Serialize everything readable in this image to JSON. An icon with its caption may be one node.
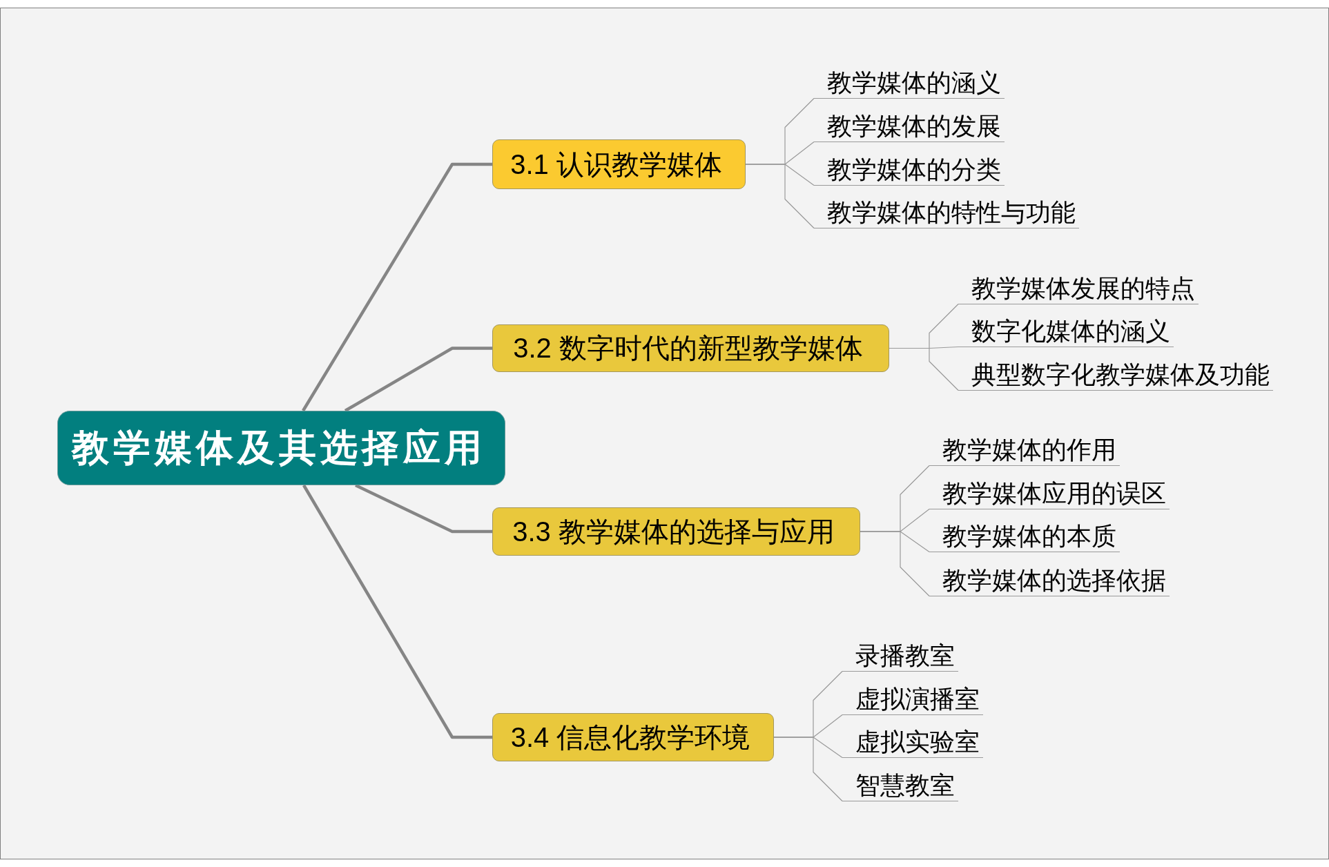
{
  "diagram": {
    "nodes": [
      {
        "text": [
          "教学媒体及其选择应用"
        ]
      },
      {
        "text": [
          "3.1 认识教学媒体"
        ]
      },
      {
        "text": [
          "教学媒体的涵义"
        ]
      },
      {
        "text": [
          "教学媒体的发展"
        ]
      },
      {
        "text": [
          "教学媒体的分类"
        ]
      },
      {
        "text": [
          "教学媒体的特性与功能"
        ]
      },
      {
        "text": [
          "3.2 数字时代的新型教学媒体"
        ]
      },
      {
        "text": [
          "教学媒体发展的特点"
        ]
      },
      {
        "text": [
          "数字化媒体的涵义"
        ]
      },
      {
        "text": [
          "典型数字化教学媒体及功能"
        ]
      },
      {
        "text": [
          "3.3 教学媒体的选择与应用"
        ]
      },
      {
        "text": [
          "教学媒体的作用"
        ]
      },
      {
        "text": [
          "教学媒体应用的误区"
        ]
      },
      {
        "text": [
          "教学媒体的本质"
        ]
      },
      {
        "text": [
          "教学媒体的选择依据"
        ]
      },
      {
        "text": [
          "3.4 信息化教学环境"
        ]
      },
      {
        "text": [
          "录播教室"
        ]
      },
      {
        "text": [
          "虚拟演播室"
        ]
      },
      {
        "text": [
          "虚拟实验室"
        ]
      },
      {
        "text": [
          "智慧教室"
        ]
      }
    ],
    "edges": [
      {
        "from": 0,
        "to": 1,
        "arrow": "none",
        "style": "thick"
      },
      {
        "from": 0,
        "to": 6,
        "arrow": "none",
        "style": "thick"
      },
      {
        "from": 0,
        "to": 10,
        "arrow": "none",
        "style": "thick"
      },
      {
        "from": 0,
        "to": 15,
        "arrow": "none",
        "style": "thick"
      },
      {
        "from": 1,
        "to": 2,
        "arrow": "none"
      },
      {
        "from": 1,
        "to": 3,
        "arrow": "none"
      },
      {
        "from": 1,
        "to": 4,
        "arrow": "none"
      },
      {
        "from": 1,
        "to": 5,
        "arrow": "none"
      },
      {
        "from": 6,
        "to": 7,
        "arrow": "none"
      },
      {
        "from": 6,
        "to": 8,
        "arrow": "none"
      },
      {
        "from": 6,
        "to": 9,
        "arrow": "none"
      },
      {
        "from": 10,
        "to": 11,
        "arrow": "none"
      },
      {
        "from": 10,
        "to": 12,
        "arrow": "none"
      },
      {
        "from": 10,
        "to": 13,
        "arrow": "none"
      },
      {
        "from": 10,
        "to": 14,
        "arrow": "none"
      },
      {
        "from": 15,
        "to": 16,
        "arrow": "none"
      },
      {
        "from": 15,
        "to": 17,
        "arrow": "none"
      },
      {
        "from": 15,
        "to": 18,
        "arrow": "none"
      },
      {
        "from": 15,
        "to": 19,
        "arrow": "none"
      }
    ]
  }
}
